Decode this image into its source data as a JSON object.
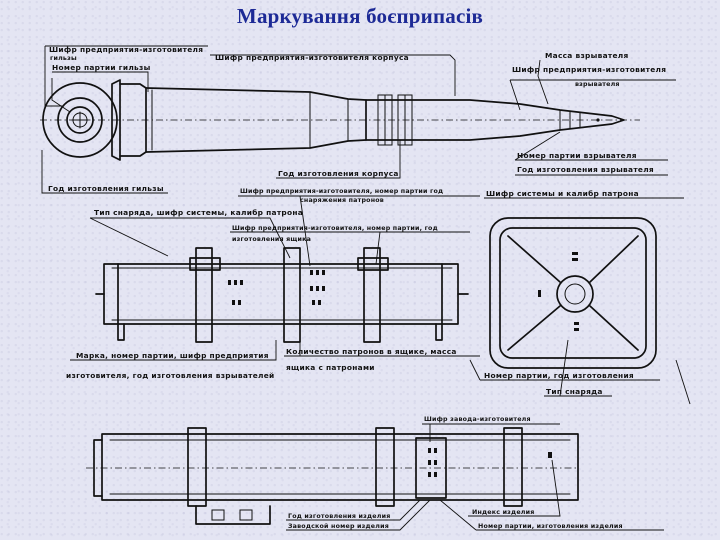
{
  "title": "Маркування боєприпасів",
  "shell": {
    "labels": {
      "case_maker": "Шифр предприятия-изготовителя",
      "case_maker_2": "гильзы",
      "case_lot": "Номер партии гильзы",
      "case_year": "Год изготовления гильзы",
      "body_maker": "Шифр предприятия-изготовителя корпуса",
      "body_year": "Год изготовления корпуса",
      "charge_mass": "Масса взрывателя",
      "fuze_maker": "Шифр предприятия-изготовителя",
      "fuze_maker_2": "взрывателя",
      "fuze_lot": "Номер партии взрывателя",
      "fuze_year": "Год изготовления взрывателя"
    }
  },
  "box": {
    "labels": {
      "gun_type": "Тип снаряда, шифр системы, калибр патрона",
      "top_a": "Шифр предприятия-изготовителя, номер партии год",
      "top_a2": "снаряжения патронов",
      "top_b": "Шифр предприятия-изготовителя, номер партии, год",
      "top_b2": "изготовления ящика",
      "lot_left": "Марка, номер партии, шифр предприятия",
      "lot_left2": "изготовителя, год изготовления взрывателей",
      "count_mass": "Количество патронов в ящике, масса",
      "count_mass2": "ящика с патронами",
      "system_caliber": "Шифр системы и калибр патрона",
      "end_lot": "Номер партии, год изготовления",
      "end_type": "Тип снаряда"
    }
  },
  "container": {
    "labels": {
      "maker": "Шифр завода-изготовителя",
      "year_lot": "Год изготовления изделия",
      "factory_no": "Заводской номер изделия",
      "index": "Индекс изделия",
      "lot_year": "Номер партии, изготовления изделия"
    }
  }
}
